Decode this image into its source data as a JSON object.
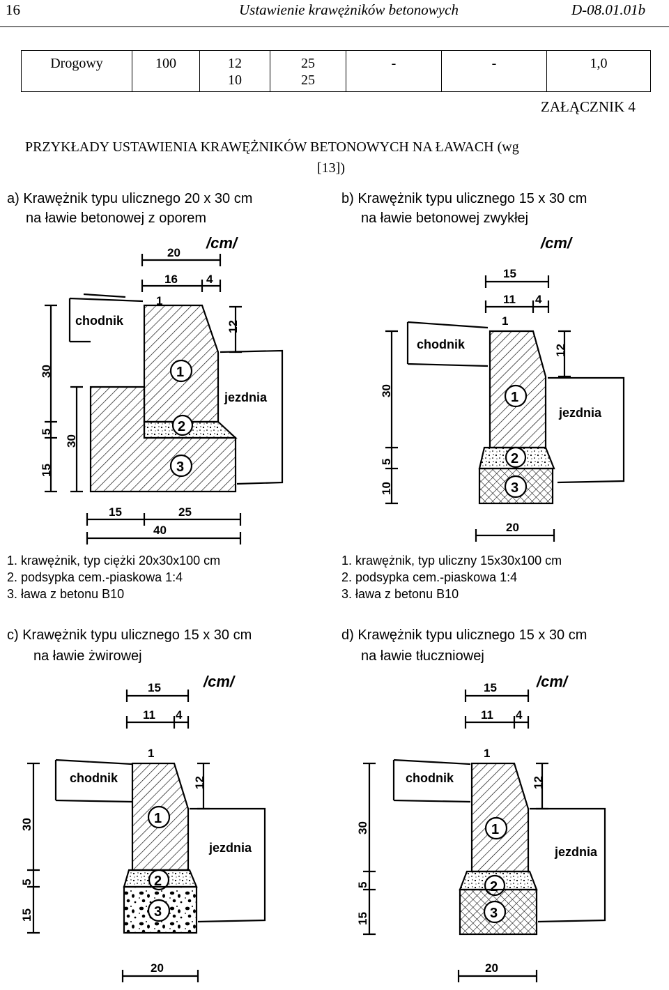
{
  "header": {
    "page_number": "16",
    "title": "Ustawienie krawężników betonowych",
    "code": "D-08.01.01b"
  },
  "table_row": [
    "Drogowy",
    "100",
    "12",
    "10",
    "25",
    "25",
    "-",
    "-",
    "1,0"
  ],
  "appendix": "ZAŁĄCZNIK 4",
  "heading_line1": "PRZYKŁADY USTAWIENIA KRAWĘŻNIKÓW BETONOWYCH NA ŁAWACH (wg",
  "heading_line2": "[13])",
  "a": {
    "title1": "a) Krawężnik typu ulicznego 20 x 30 cm",
    "title2": "na ławie betonowej z oporem",
    "leg1": "1. krawężnik, typ ciężki 20x30x100 cm",
    "leg2": "2. podsypka cem.-piaskowa 1:4",
    "leg3": "3. ława z betonu B10",
    "dims": {
      "w20": "20",
      "w16": "16",
      "w4": "4",
      "one": "1",
      "h12": "12",
      "h30": "30",
      "h5": "5",
      "h30b": "30",
      "h15": "15",
      "b15": "15",
      "b25": "25",
      "b40": "40"
    }
  },
  "b": {
    "title1": "b) Krawężnik typu ulicznego 15 x 30 cm",
    "title2": "na ławie betonowej zwykłej",
    "leg1": "1. krawężnik, typ uliczny 15x30x100 cm",
    "leg2": "2. podsypka cem.-piaskowa 1:4",
    "leg3": "3. ława z betonu B10",
    "dims": {
      "w15": "15",
      "w11": "11",
      "w4": "4",
      "one": "1",
      "h12": "12",
      "h30": "30",
      "h5": "5",
      "h10": "10",
      "b20": "20"
    }
  },
  "c": {
    "title1": "c) Krawężnik typu ulicznego 15 x 30 cm",
    "title2": "na ławie żwirowej",
    "dims": {
      "w15": "15",
      "w11": "11",
      "w4": "4",
      "one": "1",
      "h12": "12",
      "h30": "30",
      "h5": "5",
      "h15": "15",
      "b20": "20"
    }
  },
  "d": {
    "title1": "d) Krawężnik typu ulicznego 15 x 30 cm",
    "title2": "na ławie tłuczniowej",
    "dims": {
      "w15": "15",
      "w11": "11",
      "w4": "4",
      "one": "1",
      "h12": "12",
      "h30": "30",
      "h5": "5",
      "h15": "15",
      "b20": "20"
    }
  },
  "labels": {
    "unit": "/cm/",
    "sidewalk": "chodnik",
    "roadway": "jezdnia",
    "n1": "1",
    "n2": "2",
    "n3": "3"
  }
}
